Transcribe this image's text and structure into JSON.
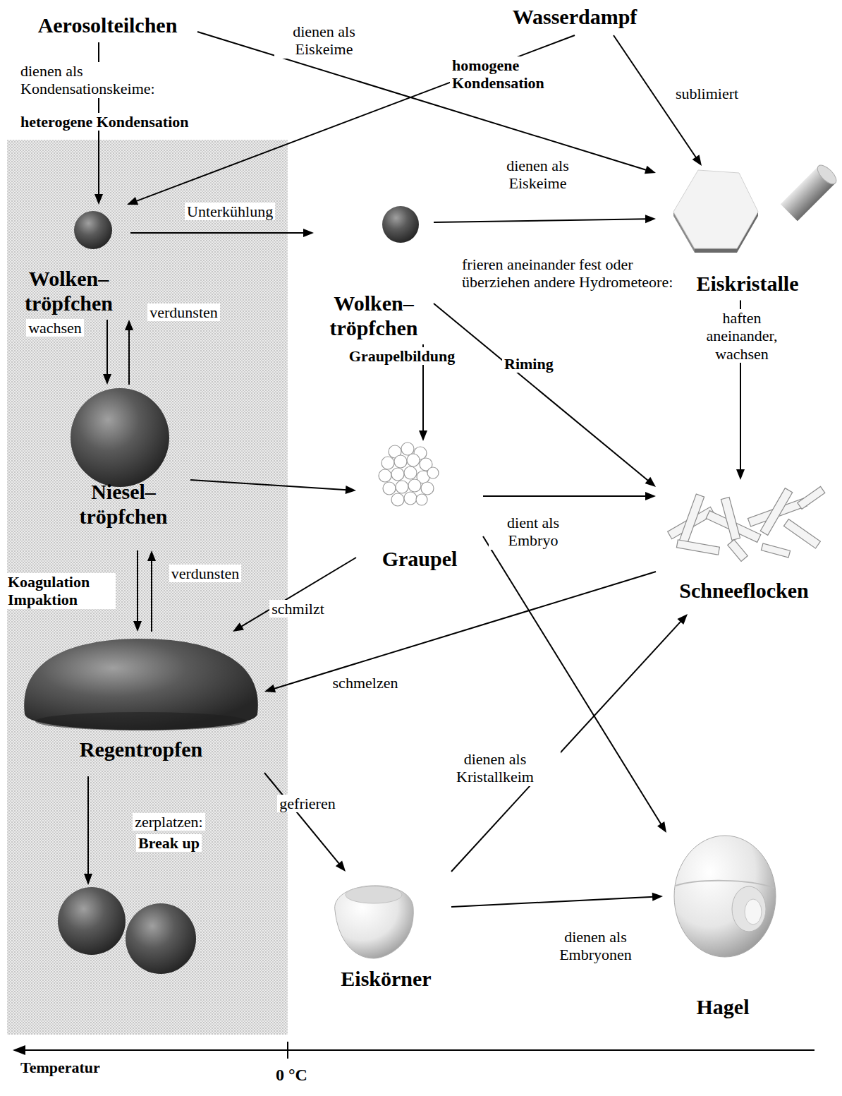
{
  "diagram": {
    "nodes": [
      {
        "text": [
          "Aerosolteilchen"
        ]
      },
      {
        "text": [
          "Wasserdampf"
        ]
      },
      {
        "text": [
          "Wolken– tröpfchen"
        ]
      },
      {
        "text": [
          "Wolken– tröpfchen"
        ]
      },
      {
        "text": [
          "Eiskristalle"
        ]
      },
      {
        "text": [
          "Niesel– tröpfchen"
        ]
      },
      {
        "text": [
          "Graupel"
        ]
      },
      {
        "text": [
          "Schneeflocken"
        ]
      },
      {
        "text": [
          "Regentropfen"
        ]
      },
      {
        "text": [
          "Eiskörner"
        ]
      },
      {
        "text": [
          "Hagel"
        ]
      }
    ],
    "edges": [
      {
        "from": 0,
        "to": 2,
        "arrow": "to",
        "label": "dienen als Kondensationskeime:"
      },
      {
        "from": 0,
        "to": 4,
        "arrow": "to",
        "label": "dienen als Eiskeime"
      },
      {
        "from": 1,
        "to": 2,
        "arrow": "to",
        "label": "homogene Kondensation"
      },
      {
        "from": 1,
        "to": 4,
        "arrow": "to",
        "label": "sublimiert"
      },
      {
        "from": 2,
        "to": 3,
        "arrow": "to",
        "label": "Unterkühlung"
      },
      {
        "from": 3,
        "to": 4,
        "arrow": "to",
        "label": "dienen als Eiskeime"
      },
      {
        "from": 2,
        "to": 5,
        "arrow": "to",
        "label": "wachsen"
      },
      {
        "from": 5,
        "to": 2,
        "arrow": "to",
        "label": "verdunsten"
      },
      {
        "from": 5,
        "to": 6,
        "arrow": "to"
      },
      {
        "from": 3,
        "to": 6,
        "arrow": "to",
        "label": "Graupelbildung"
      },
      {
        "from": 3,
        "to": 7,
        "arrow": "to",
        "label": "Riming"
      },
      {
        "from": 4,
        "to": 7,
        "arrow": "to",
        "label": "haften aneinander, wachsen"
      },
      {
        "from": 6,
        "to": 7,
        "arrow": "to",
        "label": "dient als Embryo"
      },
      {
        "from": 5,
        "to": 8,
        "arrow": "to",
        "label": "Koagulation Impaktion"
      },
      {
        "from": 8,
        "to": 5,
        "arrow": "to",
        "label": "verdunsten"
      },
      {
        "from": 6,
        "to": 8,
        "arrow": "to",
        "label": "schmilzt"
      },
      {
        "from": 7,
        "to": 8,
        "arrow": "to",
        "label": "schmelzen"
      },
      {
        "from": 6,
        "to": 10,
        "arrow": "to"
      },
      {
        "from": 8,
        "to": 9,
        "arrow": "to",
        "label": "gefrieren"
      },
      {
        "from": 9,
        "to": 7,
        "arrow": "to",
        "label": "dienen als Kristallkeim"
      },
      {
        "from": 9,
        "to": 10,
        "arrow": "to",
        "label": "dienen als Embryonen"
      }
    ],
    "labels": [
      "heterogene Kondensation",
      "frieren aneinander fest oder überziehen andere Hydrometeore:",
      "zerplatzen:",
      "Break up",
      "Temperatur",
      "0 °C"
    ]
  }
}
